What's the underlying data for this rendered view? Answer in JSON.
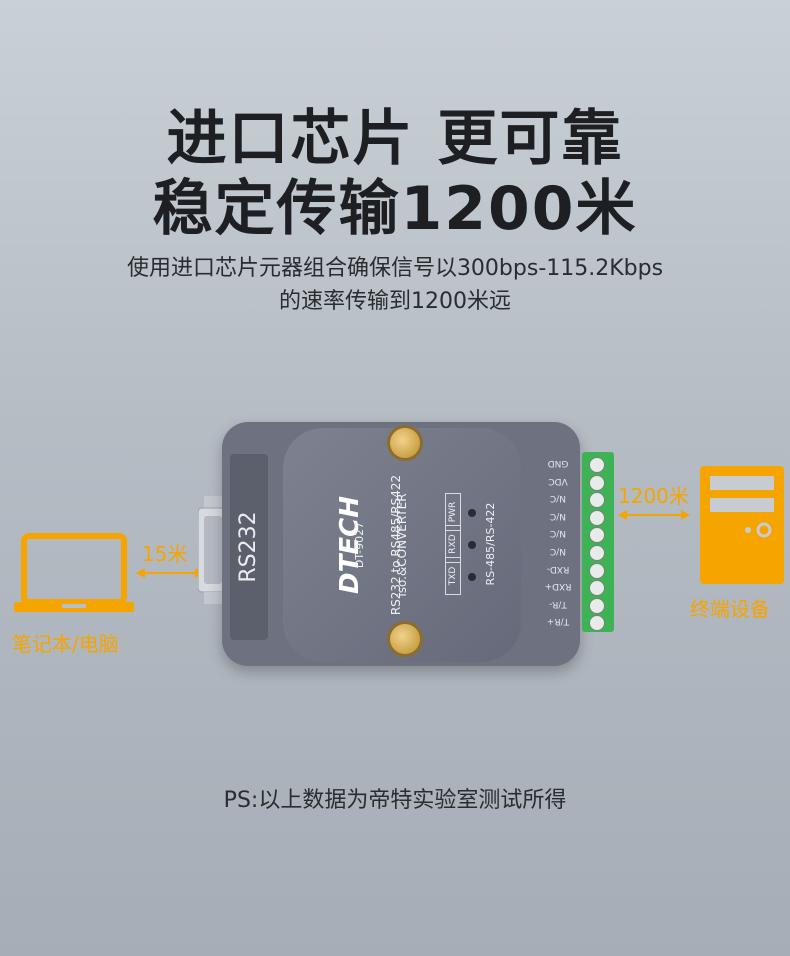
{
  "headline": {
    "line1": "进口芯片 更可靠",
    "line2": "稳定传输1200米"
  },
  "subtitle": {
    "line1": "使用进口芯片元器组合确保信号以300bps-115.2Kbps",
    "line2": "的速率传输到1200米远"
  },
  "diagram": {
    "laptop_label": "笔记本/电脑",
    "laptop_distance": "15米",
    "terminal_label": "终端设备",
    "terminal_distance": "1200米",
    "rs232_label": "RS232",
    "brand": "DTECH",
    "model": "DT-9027",
    "product_line1": "RS232 to RS485/RS422",
    "product_line2": "iso.&CONVERTER",
    "leds": [
      "TXD",
      "RXD",
      "PWR"
    ],
    "mode": "RS-485/RS-422",
    "pins": [
      "GND",
      "VDC",
      "N/C",
      "N/C",
      "N/C",
      "N/C",
      "RXD-",
      "RXD+",
      "T/R-",
      "T/R+"
    ]
  },
  "footer": "PS:以上数据为帝特实验室测试所得",
  "colors": {
    "accent": "#f5a400",
    "terminal_green": "#3db356",
    "device_gray": "#6d7180"
  }
}
